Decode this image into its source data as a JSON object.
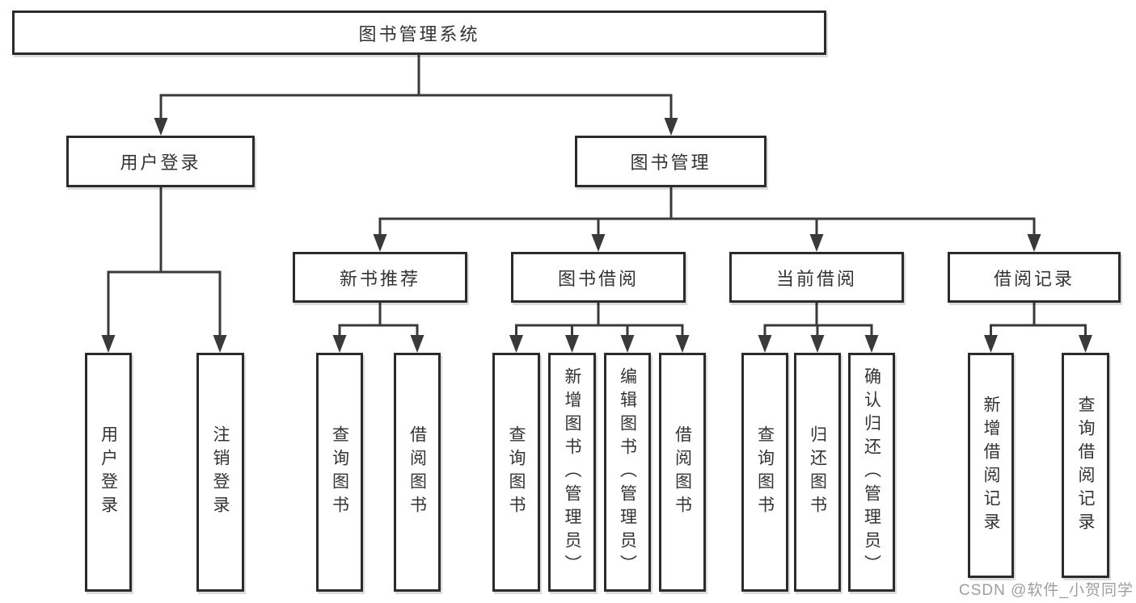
{
  "tree": {
    "root": {
      "label": "图书管理系统"
    },
    "branches": [
      {
        "label": "用户登录",
        "children": [
          {
            "label": "用户登录"
          },
          {
            "label": "注销登录"
          }
        ]
      },
      {
        "label": "图书管理",
        "children": [
          {
            "label": "新书推荐",
            "children": [
              {
                "label": "查询图书"
              },
              {
                "label": "借阅图书"
              }
            ]
          },
          {
            "label": "图书借阅",
            "children": [
              {
                "label": "查询图书"
              },
              {
                "label": "新增图书（管理员）"
              },
              {
                "label": "编辑图书（管理员）"
              },
              {
                "label": "借阅图书"
              }
            ]
          },
          {
            "label": "当前借阅",
            "children": [
              {
                "label": "查询图书"
              },
              {
                "label": "归还图书"
              },
              {
                "label": "确认归还（管理员）"
              }
            ]
          },
          {
            "label": "借阅记录",
            "children": [
              {
                "label": "新增借阅记录"
              },
              {
                "label": "查询借阅记录"
              }
            ]
          }
        ]
      }
    ]
  },
  "watermark": {
    "text": "CSDN @软件_小贺同学"
  },
  "colors": {
    "line": "#3a3a3a",
    "box_border": "#2b2b2b",
    "text": "#333333",
    "watermark": "#949494",
    "background": "#ffffff"
  }
}
